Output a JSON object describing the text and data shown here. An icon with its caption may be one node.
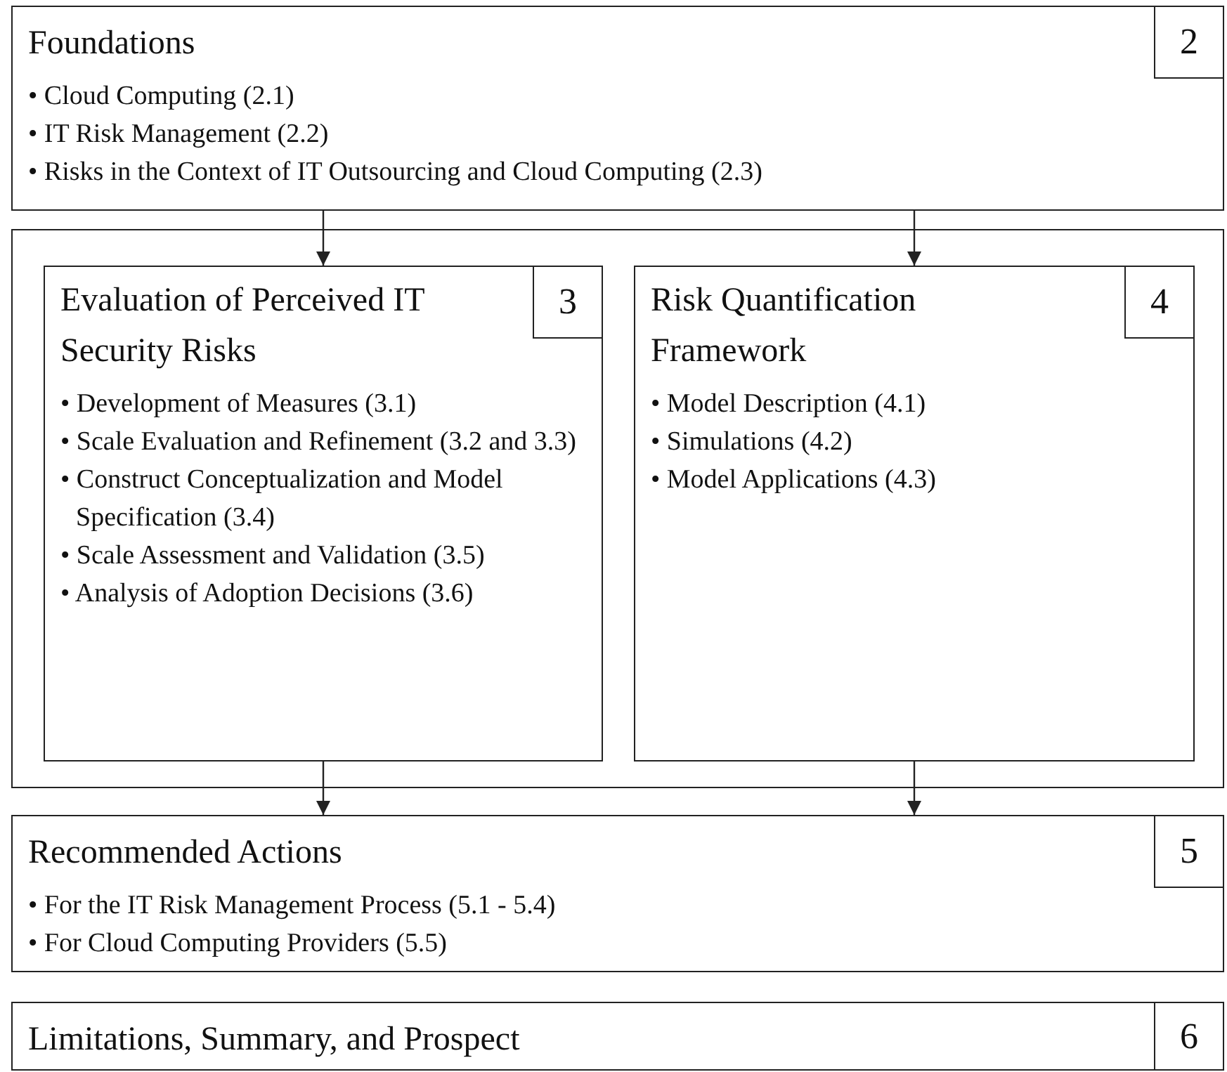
{
  "diagram": {
    "nodes": [
      {
        "text": [
          "Foundations",
          "• Cloud Computing (2.1)",
          "• IT Risk Management (2.2)",
          "• Risks in the Context of IT Outsourcing and Cloud Computing (2.3)"
        ]
      },
      {
        "text": [
          "2"
        ],
        "in": 0
      },
      {
        "text": [],
        "shape": "box"
      },
      {
        "text": [
          "Evaluation of Perceived IT Security Risks",
          "• Development of Measures (3.1)",
          "• Scale Evaluation and Refinement (3.2 and 3.3)",
          "• Construct Conceptualization and Model Specification (3.4)",
          "• Scale Assessment and Validation (3.5)",
          "• Analysis of Adoption Decisions (3.6)"
        ],
        "in": 2
      },
      {
        "text": [
          "3"
        ],
        "in": 3
      },
      {
        "text": [
          "Risk Quantification Framework",
          "• Model Description (4.1)",
          "• Simulations (4.2)",
          "• Model Applications (4.3)"
        ],
        "in": 2
      },
      {
        "text": [
          "4"
        ],
        "in": 5
      },
      {
        "text": [
          "Recommended Actions",
          "• For the IT Risk Management Process (5.1 - 5.4)",
          "• For Cloud Computing Providers (5.5)"
        ]
      },
      {
        "text": [
          "5"
        ],
        "in": 7
      },
      {
        "text": [
          "Limitations, Summary, and Prospect"
        ]
      },
      {
        "text": [
          "6"
        ],
        "in": 9
      }
    ],
    "edges": [
      {
        "from": 0,
        "to": 3,
        "arrow": "to"
      },
      {
        "from": 0,
        "to": 5,
        "arrow": "to"
      },
      {
        "from": 3,
        "to": 7,
        "arrow": "to"
      },
      {
        "from": 5,
        "to": 7,
        "arrow": "to"
      }
    ]
  }
}
